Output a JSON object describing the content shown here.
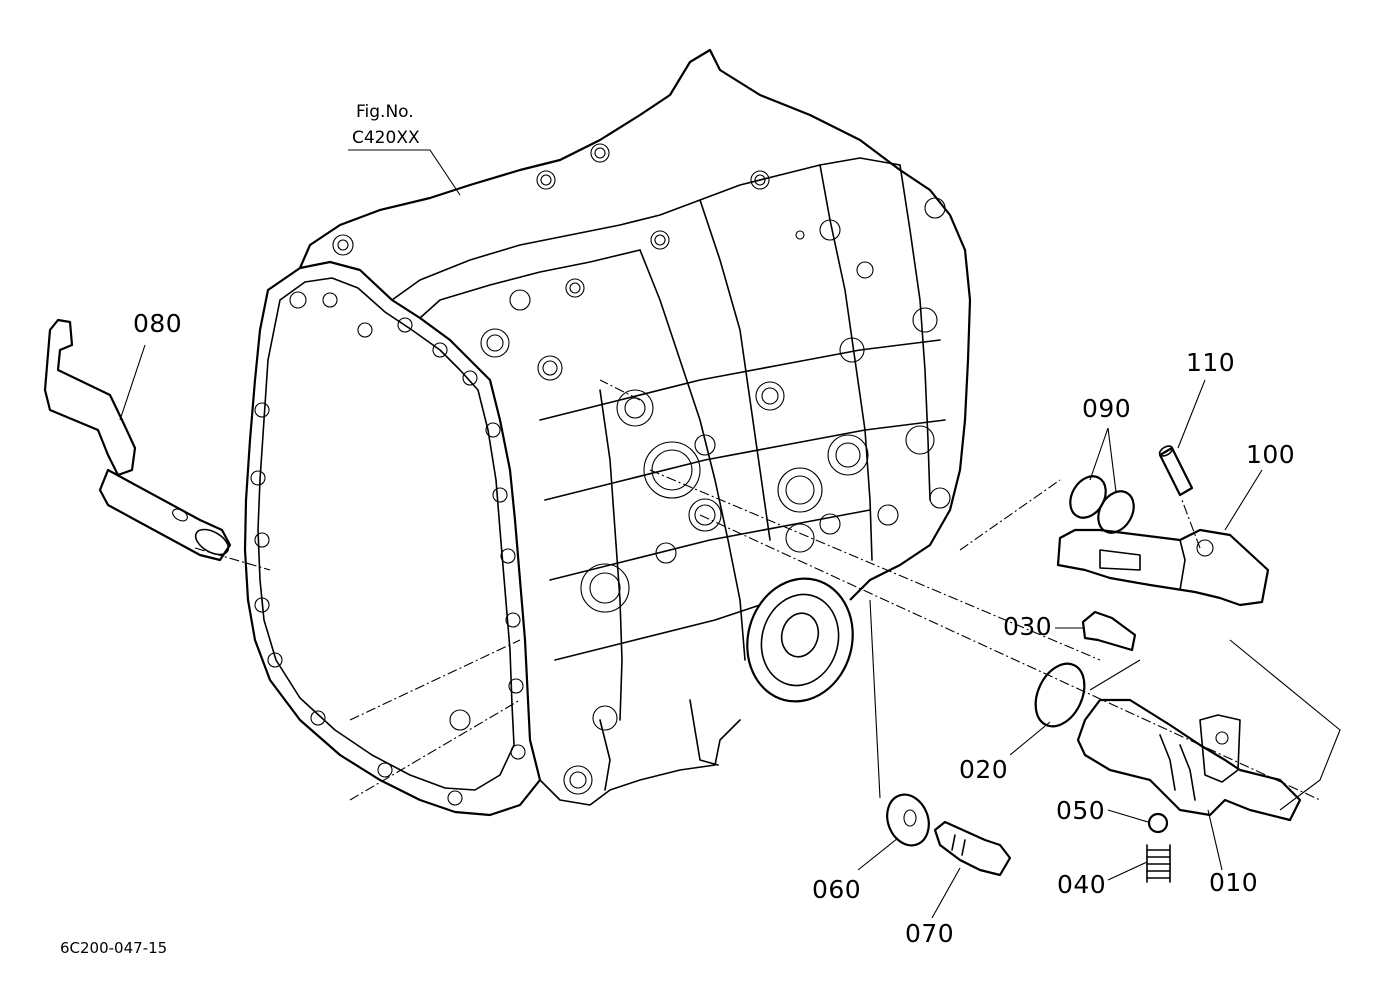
{
  "figure": {
    "fig_no_label": "Fig.No.",
    "fig_no_value": "C420XX",
    "drawing_code": "6C200-047-15"
  },
  "parts": {
    "p010": "010",
    "p020": "020",
    "p030": "030",
    "p040": "040",
    "p050": "050",
    "p060": "060",
    "p070": "070",
    "p080": "080",
    "p090": "090",
    "p100": "100",
    "p110": "110"
  }
}
